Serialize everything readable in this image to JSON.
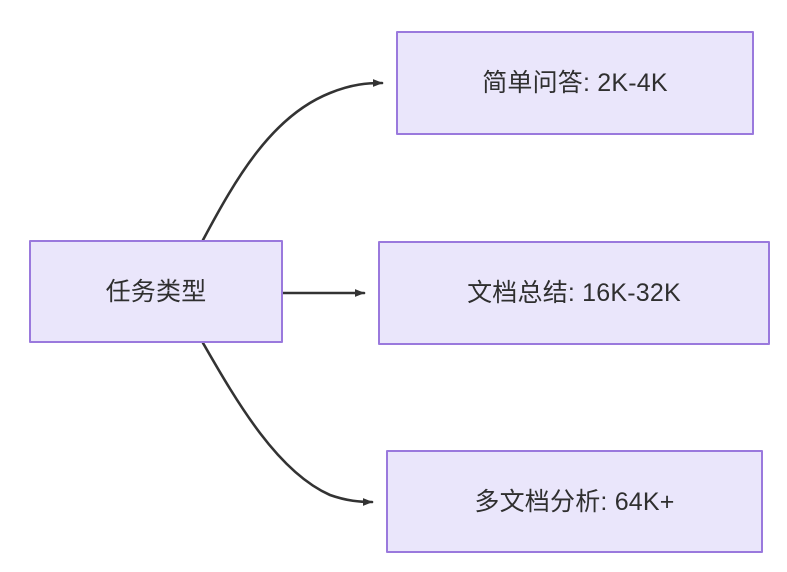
{
  "diagram": {
    "type": "flowchart",
    "direction": "left-to-right",
    "background_color": "#ffffff",
    "node_fill_color": "#eae6fb",
    "node_border_color": "#9a79dd",
    "node_text_color": "#2f2f2f",
    "edge_color": "#333333",
    "nodes": [
      {
        "id": "source",
        "label": "任务类型",
        "role": "root"
      },
      {
        "id": "simple-qa",
        "label": "简单问答: 2K-4K",
        "role": "leaf"
      },
      {
        "id": "doc-summary",
        "label": "文档总结: 16K-32K",
        "role": "leaf"
      },
      {
        "id": "multi-doc",
        "label": "多文档分析: 64K+",
        "role": "leaf"
      }
    ],
    "edges": [
      {
        "id": "edge-source-to-simple-qa",
        "from": "source",
        "to": "simple-qa",
        "shape": "curved",
        "arrowhead": "filled-triangle"
      },
      {
        "id": "edge-source-to-doc-summary",
        "from": "source",
        "to": "doc-summary",
        "shape": "straight",
        "arrowhead": "filled-triangle"
      },
      {
        "id": "edge-source-to-multi-doc",
        "from": "source",
        "to": "multi-doc",
        "shape": "curved",
        "arrowhead": "filled-triangle"
      }
    ]
  }
}
